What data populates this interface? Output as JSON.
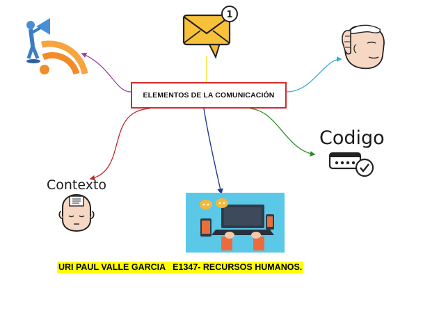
{
  "diagram": {
    "center_title": "ELEMENTOS DE LA COMUNICACIÓN",
    "message_badge": "1",
    "context_label": "Contexto",
    "code_label": "Codigo",
    "author": "URI PAUL VALLE GARCIA   E1347- RECURSOS HUMANOS."
  },
  "icons": {
    "sender": "megaphone-broadcast-icon",
    "message": "envelope-icon",
    "receiver": "listening-ear-icon",
    "code": "password-check-icon",
    "context": "thinking-head-icon",
    "channel": "laptop-channel-icon"
  },
  "colors": {
    "center_border": "#d42a2a",
    "highlight": "#ffff00",
    "link_sender": "#9b3fa8",
    "link_message": "#f2e531",
    "link_receiver": "#36a9d6",
    "link_code": "#2e8b2e",
    "link_channel": "#1f3c88",
    "link_context": "#c0282e",
    "channel_bg": "#5cc8e8"
  }
}
